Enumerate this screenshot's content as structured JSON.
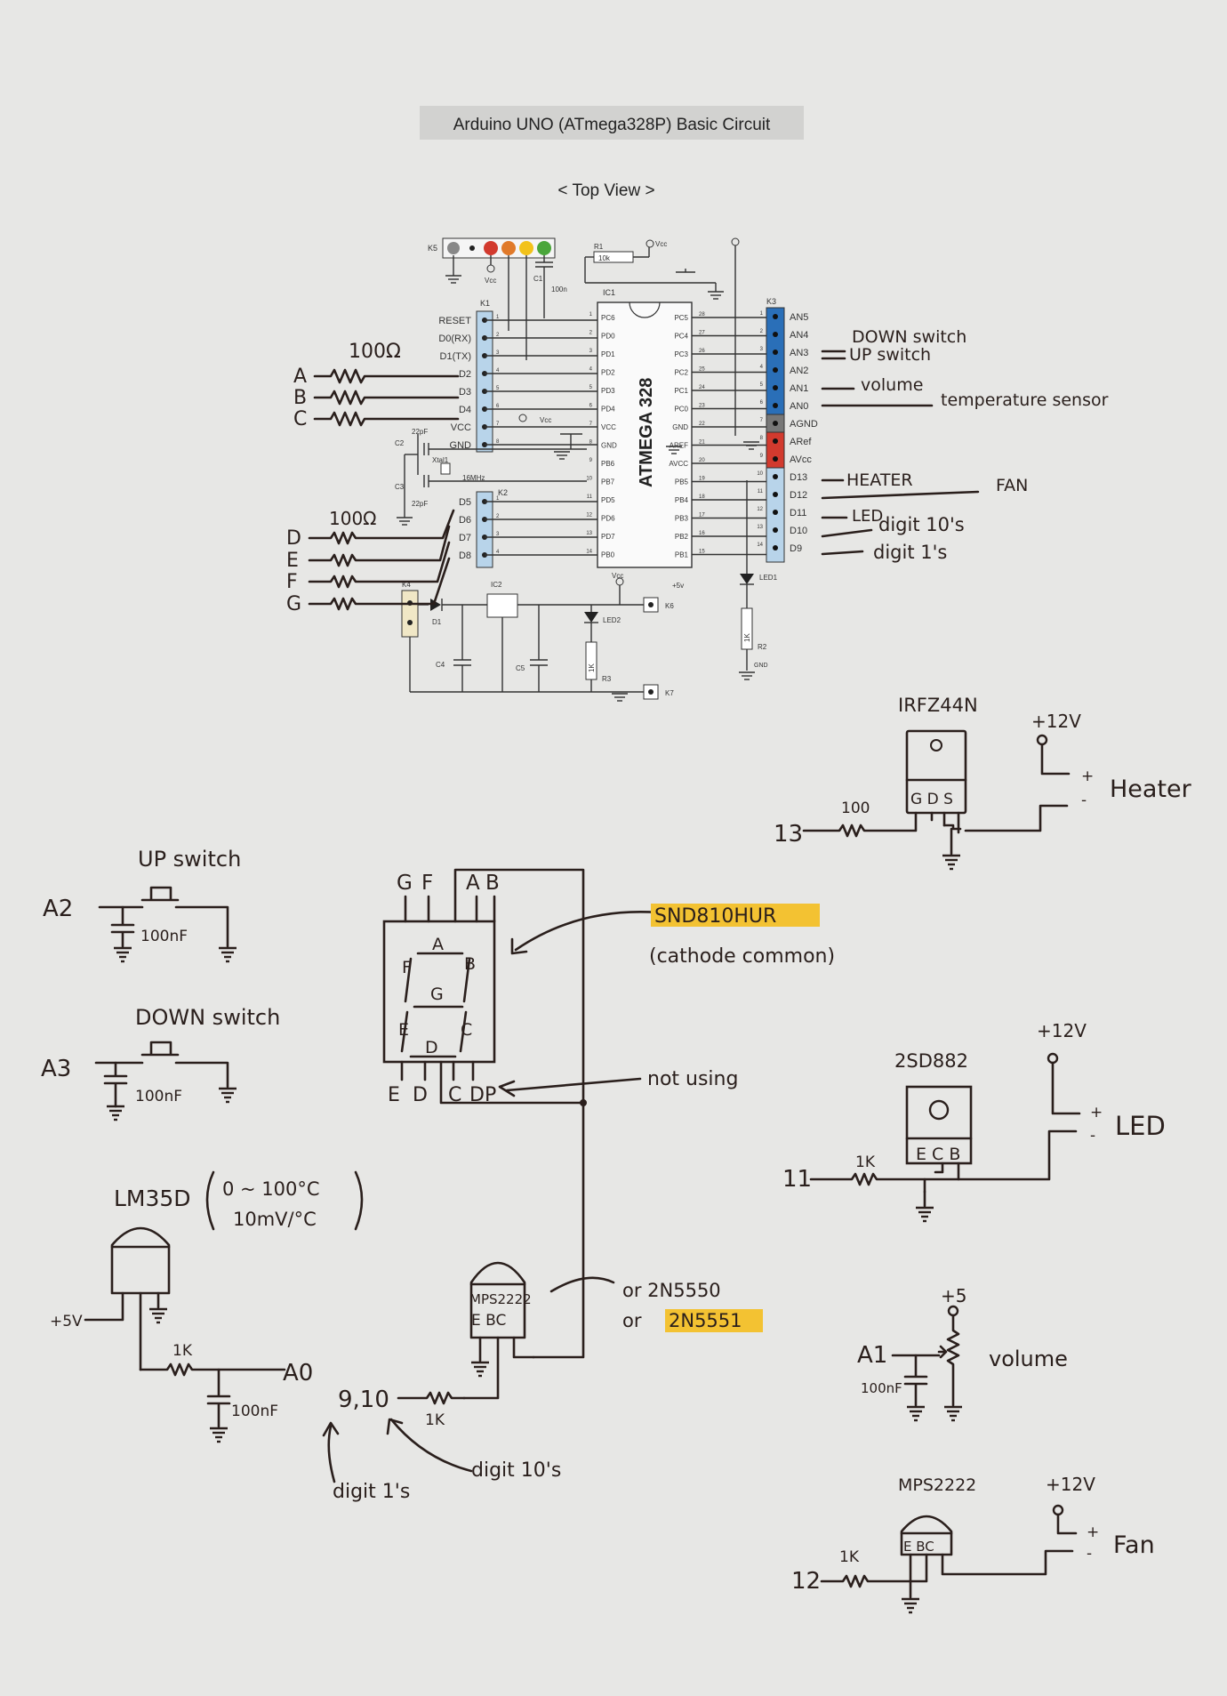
{
  "title": "Arduino UNO (ATmega328P) Basic Circuit",
  "subtitle": "< Top View >",
  "board": {
    "k5": "K5",
    "k1": "K1",
    "k2": "K2",
    "k3": "K3",
    "k4": "K4",
    "k6": "K6",
    "k7": "K7",
    "ic1": "IC1",
    "ic2": "IC2",
    "chip": "ATMEGA 328",
    "r1": "R1",
    "r1_val": "10k",
    "c1": "C1",
    "c1_val": "100n",
    "r2": "R2",
    "r2_val": "1K",
    "r3": "R3",
    "r3_val": "1K",
    "c2": "C2",
    "c3": "C3",
    "c4": "C4",
    "c5": "C5",
    "cap_22pf": "22pF",
    "xtal": "Xtal1",
    "xtal_freq": "16MHz",
    "d1": "D1",
    "led1": "LED1",
    "led2": "LED2",
    "vcc": "Vcc",
    "gnd": "GND",
    "plus5v": "+5v",
    "k1_pins": [
      "RESET",
      "D0(RX)",
      "D1(TX)",
      "D2",
      "D3",
      "D4",
      "VCC",
      "GND"
    ],
    "k2_pins": [
      "D5",
      "D6",
      "D7",
      "D8"
    ],
    "k3_pins": [
      "AN5",
      "AN4",
      "AN3",
      "AN2",
      "AN1",
      "AN0",
      "AGND",
      "ARef",
      "AVcc",
      "D13",
      "D12",
      "D11",
      "D10",
      "D9"
    ],
    "ic_left": [
      "PC6",
      "PD0",
      "PD1",
      "PD2",
      "PD3",
      "PD4",
      "VCC",
      "GND",
      "PB6",
      "PB7",
      "PD5",
      "PD6",
      "PD7",
      "PB0"
    ],
    "ic_left_nums": [
      "1",
      "2",
      "3",
      "4",
      "5",
      "6",
      "7",
      "8",
      "9",
      "10",
      "11",
      "12",
      "13",
      "14"
    ],
    "ic_right": [
      "PC5",
      "PC4",
      "PC3",
      "PC2",
      "PC1",
      "PC0",
      "GND",
      "AREF",
      "AVCC",
      "PB5",
      "PB4",
      "PB3",
      "PB2",
      "PB1"
    ],
    "ic_right_nums": [
      "28",
      "27",
      "26",
      "25",
      "24",
      "23",
      "22",
      "21",
      "20",
      "19",
      "18",
      "17",
      "16",
      "15"
    ],
    "k3_nums": [
      "1",
      "2",
      "3",
      "4",
      "5",
      "6",
      "7",
      "8",
      "9",
      "10",
      "11",
      "12",
      "13",
      "14"
    ],
    "k1_nums": [
      "1",
      "2",
      "3",
      "4",
      "5",
      "6",
      "7",
      "8"
    ],
    "k2_nums": [
      "1",
      "2",
      "3",
      "4"
    ]
  },
  "notes": {
    "r_100_a": "100Ω",
    "r_100_d": "100Ω",
    "seg_abc": [
      "A",
      "B",
      "C"
    ],
    "seg_defg": [
      "D",
      "E",
      "F",
      "G"
    ],
    "down_switch": "DOWN switch",
    "up_switch": "UP switch",
    "volume": "volume",
    "temp_sensor": "temperature sensor",
    "heater": "HEATER",
    "fan": "FAN",
    "led": "LED",
    "digit10": "digit 10's",
    "digit1": "digit 1's"
  },
  "heater_circuit": {
    "part": "IRFZ44N",
    "pins": "G D S",
    "supply": "+12V",
    "plus": "+",
    "minus": "-",
    "load": "Heater",
    "pin_in": "13",
    "resistor": "100"
  },
  "up_switch_circuit": {
    "title": "UP switch",
    "pin": "A2",
    "cap": "100nF"
  },
  "down_switch_circuit": {
    "title": "DOWN switch",
    "pin": "A3",
    "cap": "100nF"
  },
  "display": {
    "top_pins": [
      "G",
      "F",
      "A",
      "B"
    ],
    "bottom_pins": [
      "E",
      "D",
      "C",
      "DP"
    ],
    "segments": [
      "A",
      "B",
      "C",
      "D",
      "E",
      "F",
      "G"
    ],
    "part": "SND810HUR",
    "note": "(cathode common)",
    "not_using": "not using"
  },
  "led_circuit": {
    "part": "2SD882",
    "pins": "E C B",
    "supply": "+12V",
    "plus": "+",
    "minus": "-",
    "load": "LED",
    "pin_in": "11",
    "resistor": "1K"
  },
  "lm35_circuit": {
    "part": "LM35D",
    "range": "0 ~ 100°C",
    "scale": "10mV/°C",
    "supply": "+5V",
    "resistor": "1K",
    "cap": "100nF",
    "pin_out": "A0"
  },
  "digit_driver": {
    "part": "MPS2222",
    "pins": "E BC",
    "alt1": "or 2N5550",
    "alt2": "2N5551",
    "alt2_prefix": "or",
    "pins_in": "9,10",
    "resistor": "1K",
    "digit1": "digit 1's",
    "digit10": "digit 10's"
  },
  "volume_circuit": {
    "supply": "+5",
    "pin": "A1",
    "label": "volume",
    "cap": "100nF"
  },
  "fan_circuit": {
    "part": "MPS2222",
    "pins": "E BC",
    "supply": "+12V",
    "plus": "+",
    "minus": "-",
    "load": "Fan",
    "pin_in": "12",
    "resistor": "1K"
  },
  "colors": {
    "paper": "#e7e7e5",
    "ink": "#2a1f1c",
    "header_blue": "#2a6fb8",
    "header_light": "#b8d4ea",
    "highlight": "#f3c232",
    "pin_red": "#d23a2e"
  }
}
